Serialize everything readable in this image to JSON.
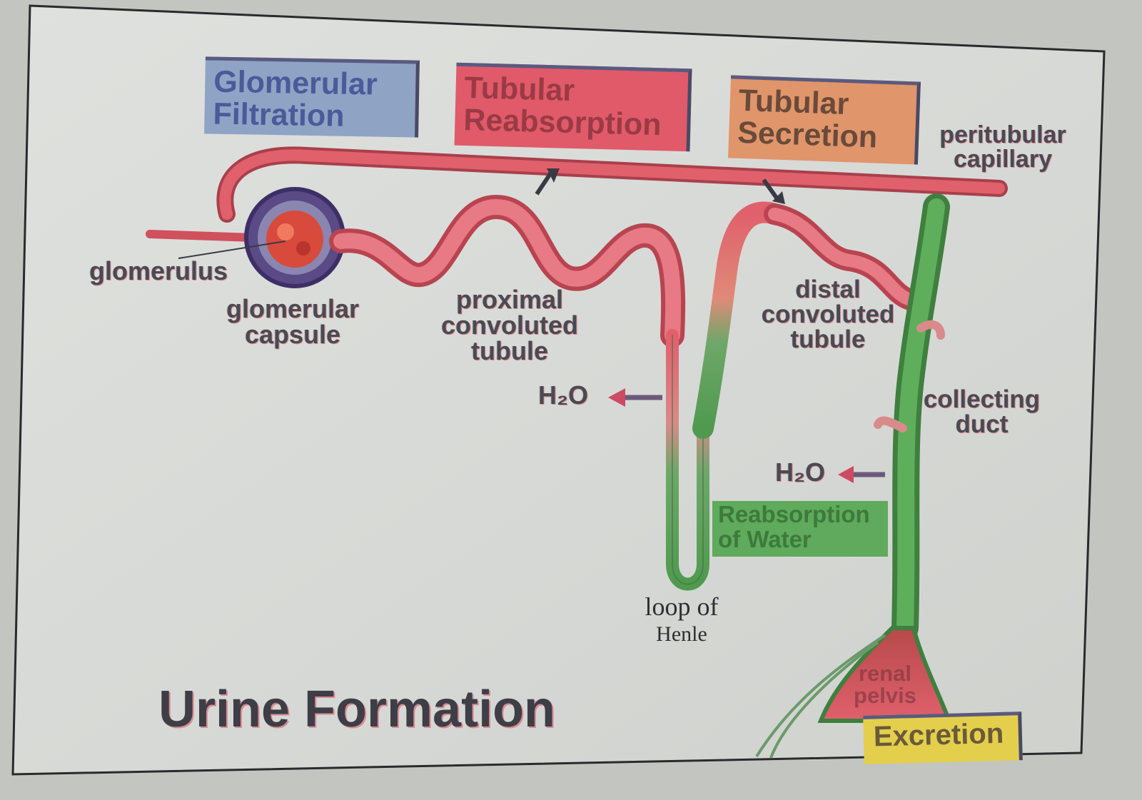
{
  "title": "Urine Formation",
  "processes": {
    "glomerular_filtration": "Glomerular Filtration",
    "tubular_reabsorption": "Tubular Reabsorption",
    "tubular_secretion": "Tubular Secretion",
    "reabsorption_of_water": "Reabsorption of Water",
    "excretion": "Excretion"
  },
  "labels": {
    "glomerulus": "glomerulus",
    "glomerular_capsule_1": "glomerular",
    "glomerular_capsule_2": "capsule",
    "pct_1": "proximal",
    "pct_2": "convoluted",
    "pct_3": "tubule",
    "dct_1": "distal",
    "dct_2": "convoluted",
    "dct_3": "tubule",
    "peritubular_1": "peritubular",
    "peritubular_2": "capillary",
    "collecting_1": "collecting",
    "collecting_2": "duct",
    "loop_1": "loop of",
    "loop_2": "Henle",
    "renal_1": "renal",
    "renal_2": "pelvis",
    "h2o_left": "H₂O",
    "h2o_right": "H₂O"
  },
  "colors": {
    "filtration": "#8fa3c4",
    "reabsorption": "#e05a6a",
    "secretion": "#e0956a",
    "water": "#5faa5c",
    "excretion": "#e3cf4c",
    "tubule_red": "#e0606c",
    "duct_green": "#4f9a4f"
  }
}
